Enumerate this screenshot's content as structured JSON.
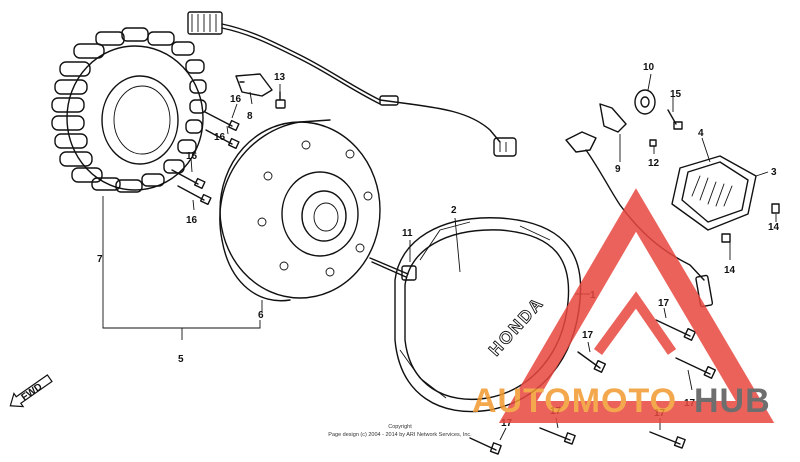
{
  "callouts": [
    {
      "id": "c1",
      "label": "1"
    },
    {
      "id": "c2",
      "label": "2"
    },
    {
      "id": "c3",
      "label": "3"
    },
    {
      "id": "c4",
      "label": "4"
    },
    {
      "id": "c5",
      "label": "5"
    },
    {
      "id": "c6",
      "label": "6"
    },
    {
      "id": "c7",
      "label": "7"
    },
    {
      "id": "c8",
      "label": "8"
    },
    {
      "id": "c9",
      "label": "9"
    },
    {
      "id": "c10",
      "label": "10"
    },
    {
      "id": "c11",
      "label": "11"
    },
    {
      "id": "c12",
      "label": "12"
    },
    {
      "id": "c13",
      "label": "13"
    },
    {
      "id": "c14a",
      "label": "14"
    },
    {
      "id": "c14b",
      "label": "14"
    },
    {
      "id": "c15",
      "label": "15"
    },
    {
      "id": "c16a",
      "label": "16"
    },
    {
      "id": "c16b",
      "label": "16"
    },
    {
      "id": "c16c",
      "label": "16"
    },
    {
      "id": "c16d",
      "label": "16"
    },
    {
      "id": "c17a",
      "label": "17"
    },
    {
      "id": "c17b",
      "label": "17"
    },
    {
      "id": "c17c",
      "label": "17"
    },
    {
      "id": "c17d",
      "label": "17"
    },
    {
      "id": "c17e",
      "label": "17"
    },
    {
      "id": "c17f",
      "label": "17"
    }
  ],
  "cover_brand": "HONDA",
  "fwd_label": "FWD",
  "copyright": {
    "line1": "Copyright",
    "line2": "Page design (c) 2004 - 2014 by ARI Network Services, Inc."
  },
  "watermark": {
    "text_a": "AUTOMOTO",
    "text_b": "HUB",
    "color_red": "#e8473f",
    "color_orange": "#f29a2e",
    "color_gray": "#555555"
  }
}
